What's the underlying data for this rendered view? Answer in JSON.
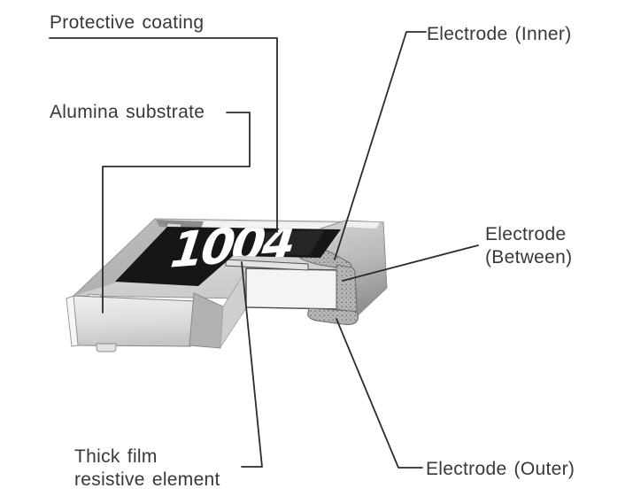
{
  "labels": {
    "protective_coating": "Protective coating",
    "alumina_substrate": "Alumina substrate",
    "electrode_inner": "Electrode (Inner)",
    "electrode_between_line1": "Electrode",
    "electrode_between_line2": "(Between)",
    "thick_film_line1": "Thick film",
    "thick_film_line2": "resistive element",
    "electrode_outer": "Electrode (Outer)"
  },
  "component": {
    "marking": "1004"
  },
  "colors": {
    "background": "#ffffff",
    "leader_line": "#2b2b2b",
    "label_text": "#38383b",
    "protective_coating": "#161616",
    "marking_text": "#ffffff",
    "substrate_face": "#e9e9e9",
    "electrode_plating": "#b7b7b7"
  }
}
